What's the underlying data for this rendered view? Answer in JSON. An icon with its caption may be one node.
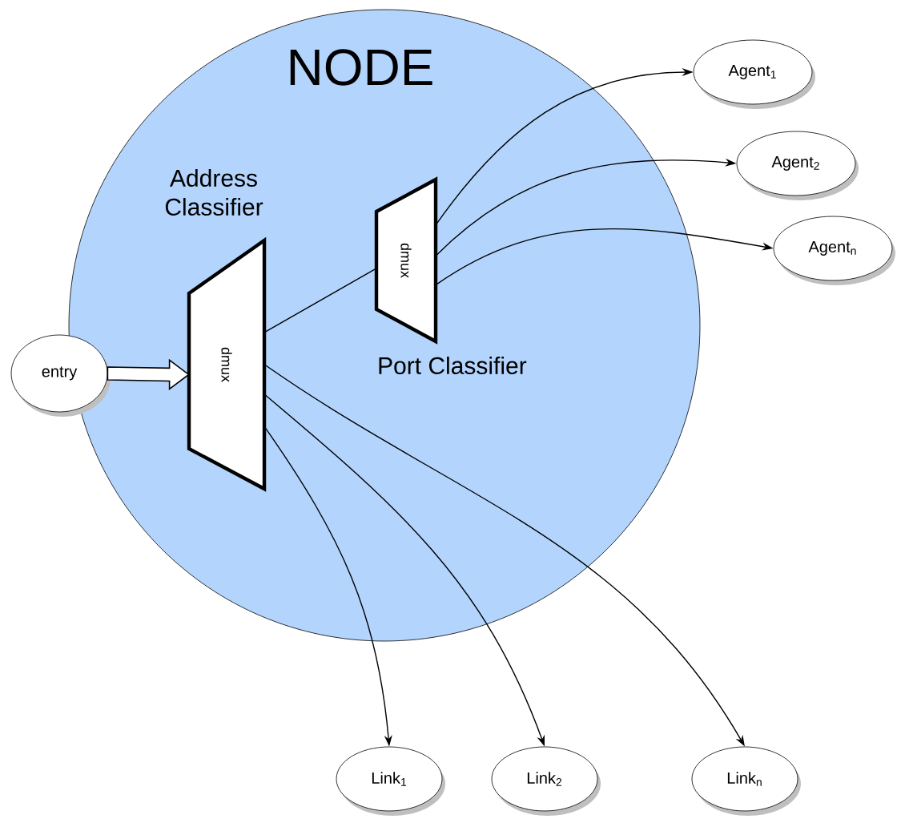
{
  "diagram": {
    "nodes": [
      {
        "text": [
          "NODE"
        ]
      },
      {
        "text": [
          "Address Classifier",
          "dmux"
        ],
        "in": 0
      },
      {
        "text": [
          "dmux",
          "Port Classifier"
        ],
        "in": 0
      },
      {
        "text": [
          "entry"
        ]
      },
      {
        "text": [
          "Agent$_{1}$"
        ]
      },
      {
        "text": [
          "Agent$_{2}$"
        ]
      },
      {
        "text": [
          "Agent$_{n}$"
        ]
      },
      {
        "text": [
          "Link$_{1}$"
        ]
      },
      {
        "text": [
          "Link$_{2}$"
        ]
      },
      {
        "text": [
          "Link$_{n}$"
        ]
      }
    ],
    "edges": [
      {
        "from": 3,
        "to": 1,
        "arrow": "to",
        "style": "thick"
      },
      {
        "from": 1,
        "to": 2,
        "arrow": "none"
      },
      {
        "from": 2,
        "to": 4,
        "arrow": "to"
      },
      {
        "from": 2,
        "to": 5,
        "arrow": "to"
      },
      {
        "from": 2,
        "to": 6,
        "arrow": "to"
      },
      {
        "from": 1,
        "to": 7,
        "arrow": "to"
      },
      {
        "from": 1,
        "to": 8,
        "arrow": "to"
      },
      {
        "from": 1,
        "to": 9,
        "arrow": "to"
      }
    ]
  }
}
